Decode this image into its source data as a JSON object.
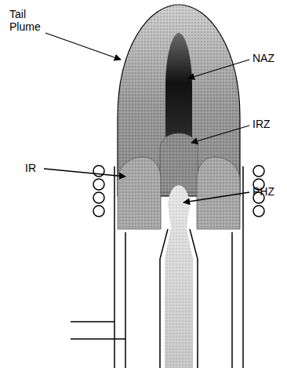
{
  "diagram": {
    "labels": [
      "Tail Plume",
      "NAZ",
      "IRZ",
      "IR",
      "PHZ"
    ]
  }
}
